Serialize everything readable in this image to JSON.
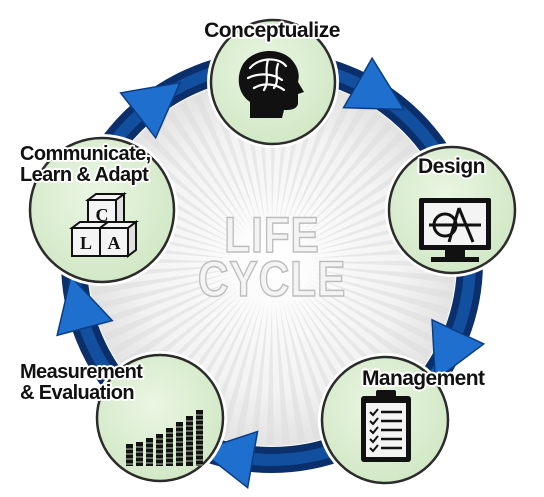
{
  "title_lines": [
    "LIFE",
    "CYCLE"
  ],
  "stages": [
    {
      "id": "conceptualize",
      "lines": [
        "Conceptualize"
      ],
      "icon": "head-brain-icon"
    },
    {
      "id": "design",
      "lines": [
        "Design"
      ],
      "icon": "monitor-drawing-icon"
    },
    {
      "id": "management",
      "lines": [
        "Management"
      ],
      "icon": "clipboard-checklist-icon"
    },
    {
      "id": "measurement",
      "lines": [
        "Measurement",
        "& Evaluation"
      ],
      "icon": "bar-chart-icon"
    },
    {
      "id": "communicate",
      "lines": [
        "Communicate,",
        "Learn & Adapt"
      ],
      "icon": "abc-blocks-icon"
    }
  ],
  "blocks_letters": [
    "C",
    "L",
    "A"
  ],
  "colors": {
    "ring_dark": "#0b2f6b",
    "ring_mid": "#1456a8",
    "arrow": "#1e6fce",
    "node_fill": "#dff0d6",
    "node_stroke": "#2b2b2b"
  }
}
